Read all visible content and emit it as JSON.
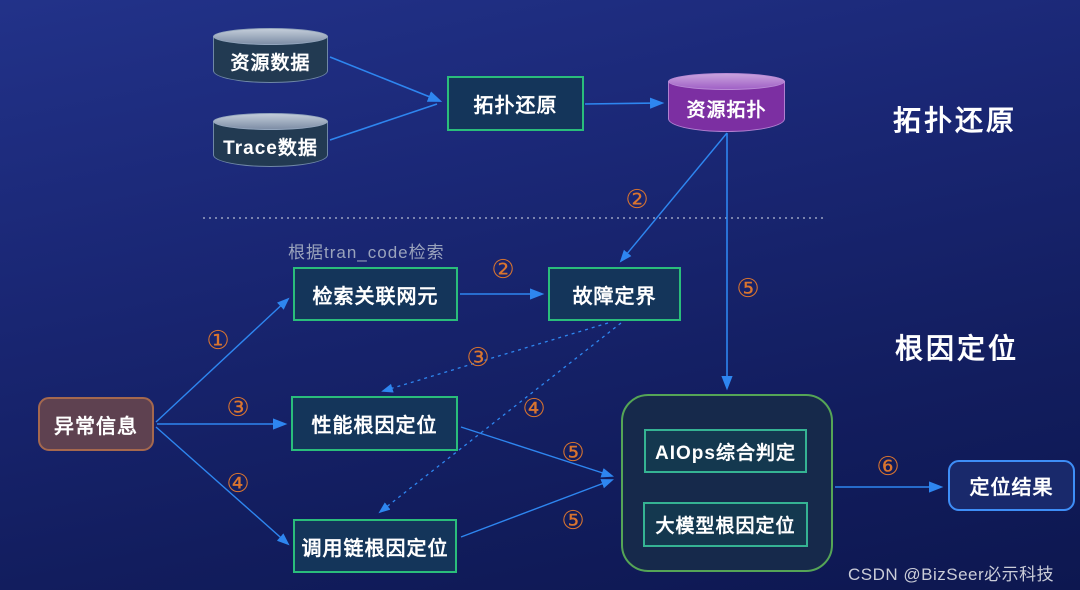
{
  "sections": {
    "topology_label": "拓扑还原",
    "rca_label": "根因定位"
  },
  "nodes": {
    "resource_data": "资源数据",
    "trace_data": "Trace数据",
    "topology_restore": "拓扑还原",
    "resource_topology": "资源拓扑",
    "search_related_ne": "检索关联网元",
    "fault_demarcation": "故障定界",
    "anomaly_info": "异常信息",
    "perf_rca": "性能根因定位",
    "trace_rca": "调用链根因定位",
    "aiops_judgment": "AIOps综合判定",
    "llm_rca": "大模型根因定位",
    "location_result": "定位结果"
  },
  "annotations": {
    "tran_code_note": "根据tran_code检索",
    "watermark": "CSDN @BizSeer必示科技"
  },
  "steps": {
    "s1": "①",
    "s2a": "②",
    "s2b": "②",
    "s3a": "③",
    "s3b": "③",
    "s4a": "④",
    "s4b": "④",
    "s5a": "⑤",
    "s5b": "⑤",
    "s5c": "⑤",
    "s6": "⑥"
  },
  "colors": {
    "background_top": "#223289",
    "background_bottom": "#0d1750",
    "arrow": "#2e86f0",
    "step_number": "#d9742f",
    "node_border_green": "#2abd7b",
    "node_fill": "#14355a",
    "aiops_container_border": "#55a556",
    "aiops_inner_border": "#35b393",
    "anomaly_fill": "#5e4150",
    "anomaly_border": "#a5684e",
    "result_border": "#3e8ef7",
    "purple_cylinder": "#7c2fa2",
    "gray_cylinder": "#223a52",
    "separator_line": "#9aa2c2",
    "note_text": "#9aa3bc",
    "watermark_text": "#cbcdd8"
  }
}
